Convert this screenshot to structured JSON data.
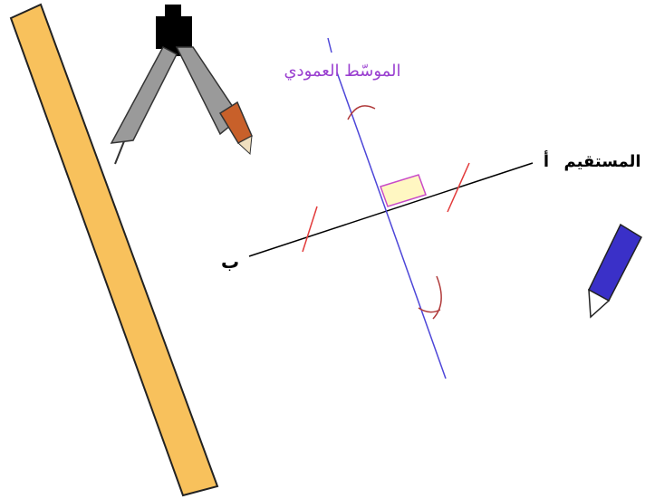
{
  "labels": {
    "perpendicular_bisector": "الموسّط العمودي",
    "line_name": "المستقيم",
    "point_a": "أ",
    "point_b": "ب"
  },
  "colors": {
    "ruler": "#f8c15c",
    "compass_body": "#9a9a9a",
    "compass_head": "#000000",
    "compass_pencil": "#c8602a",
    "bisector": "#4d46d8",
    "arcs": "#e23a3a",
    "right_angle": "#fff7c2",
    "pencil": "#3a30c8",
    "label_purple": "#9a3fd0"
  },
  "icons": {
    "ruler": "ruler-icon",
    "compass": "compass-icon",
    "pencil": "pencil-icon"
  }
}
